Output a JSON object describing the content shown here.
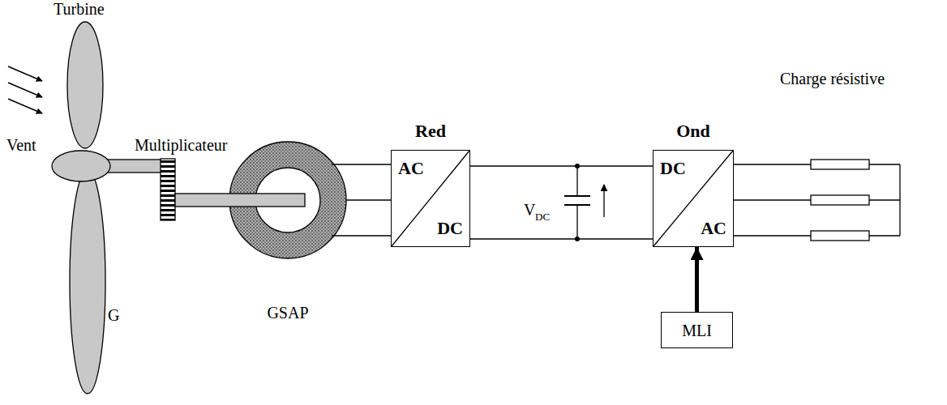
{
  "diagram": {
    "nodes": [
      {
        "text": [
          "GSAP"
        ]
      },
      {
        "text": [
          "Red",
          "AC",
          "DC"
        ]
      },
      {
        "text": [
          "Ond",
          "DC",
          "AC"
        ]
      },
      {
        "text": [
          "MLI"
        ]
      }
    ],
    "edges": [
      {
        "from": 0,
        "to": 1,
        "arrow": "none"
      },
      {
        "from": 1,
        "to": 2,
        "arrow": "none"
      },
      {
        "from": 3,
        "to": 2,
        "arrow": "to"
      }
    ],
    "labels": [
      "Turbine",
      "Vent",
      "Multiplicateur",
      "G",
      "V",
      "DC",
      "Charge résistive"
    ]
  }
}
